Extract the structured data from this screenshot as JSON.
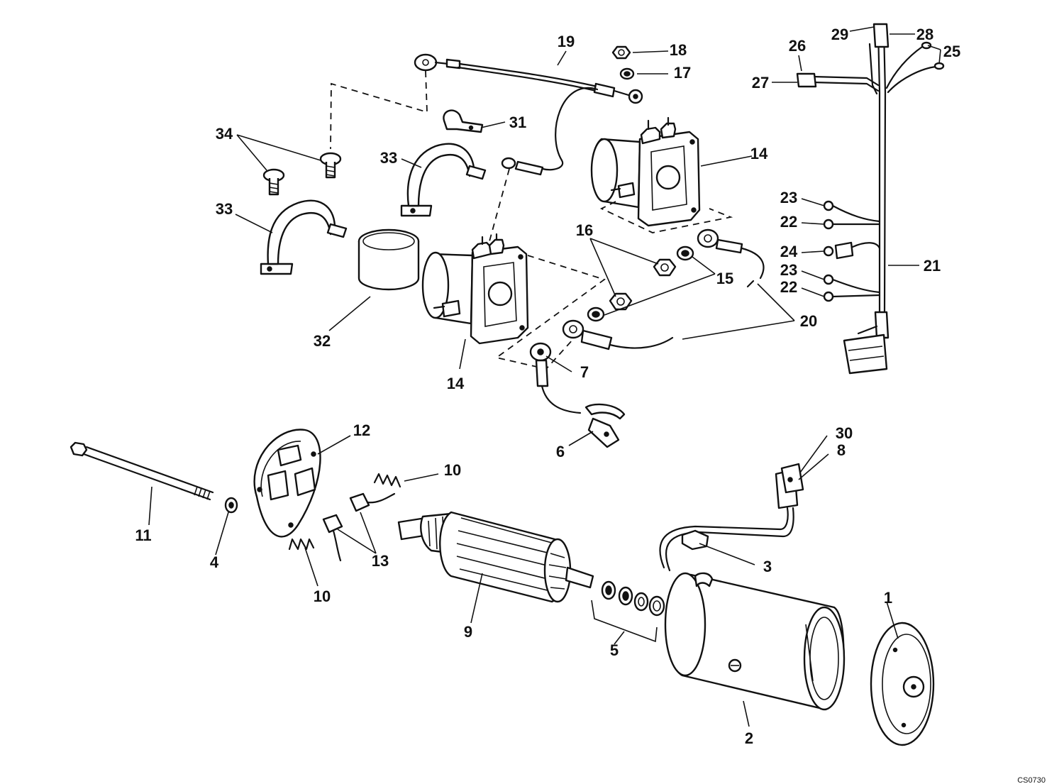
{
  "diagram": {
    "drawing_number": "CS0730",
    "callouts": [
      {
        "id": "c1",
        "text": "1"
      },
      {
        "id": "c2",
        "text": "2"
      },
      {
        "id": "c3",
        "text": "3"
      },
      {
        "id": "c4",
        "text": "4"
      },
      {
        "id": "c5",
        "text": "5"
      },
      {
        "id": "c6",
        "text": "6"
      },
      {
        "id": "c7",
        "text": "7"
      },
      {
        "id": "c8",
        "text": "8"
      },
      {
        "id": "c9",
        "text": "9"
      },
      {
        "id": "c10a",
        "text": "10"
      },
      {
        "id": "c10b",
        "text": "10"
      },
      {
        "id": "c11",
        "text": "11"
      },
      {
        "id": "c12",
        "text": "12"
      },
      {
        "id": "c13",
        "text": "13"
      },
      {
        "id": "c14a",
        "text": "14"
      },
      {
        "id": "c14b",
        "text": "14"
      },
      {
        "id": "c15",
        "text": "15"
      },
      {
        "id": "c16",
        "text": "16"
      },
      {
        "id": "c17",
        "text": "17"
      },
      {
        "id": "c18",
        "text": "18"
      },
      {
        "id": "c19",
        "text": "19"
      },
      {
        "id": "c20",
        "text": "20"
      },
      {
        "id": "c21",
        "text": "21"
      },
      {
        "id": "c22a",
        "text": "22"
      },
      {
        "id": "c22b",
        "text": "22"
      },
      {
        "id": "c23a",
        "text": "23"
      },
      {
        "id": "c23b",
        "text": "23"
      },
      {
        "id": "c24",
        "text": "24"
      },
      {
        "id": "c25",
        "text": "25"
      },
      {
        "id": "c26",
        "text": "26"
      },
      {
        "id": "c27",
        "text": "27"
      },
      {
        "id": "c28",
        "text": "28"
      },
      {
        "id": "c29",
        "text": "29"
      },
      {
        "id": "c30",
        "text": "30"
      },
      {
        "id": "c31",
        "text": "31"
      },
      {
        "id": "c32",
        "text": "32"
      },
      {
        "id": "c33a",
        "text": "33"
      },
      {
        "id": "c33b",
        "text": "33"
      },
      {
        "id": "c34",
        "text": "34"
      }
    ]
  }
}
